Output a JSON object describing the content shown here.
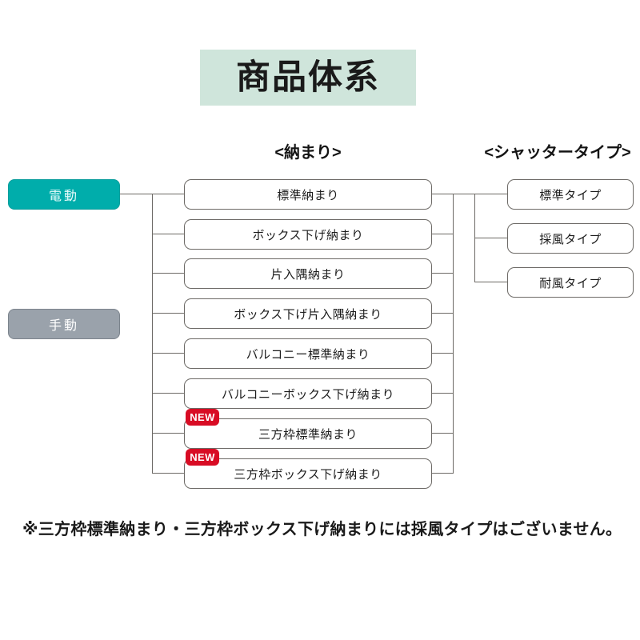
{
  "title": {
    "text": "商品体系"
  },
  "headers": {
    "nawamari": "<納まり>",
    "shutter": "<シャッタータイプ>"
  },
  "roots": [
    {
      "label": "電動",
      "color": "#00adab"
    },
    {
      "label": "手動",
      "color": "#9aa2ab"
    }
  ],
  "nawamari_items": [
    {
      "label": "標準納まり",
      "badge": ""
    },
    {
      "label": "ボックス下げ納まり",
      "badge": ""
    },
    {
      "label": "片入隅納まり",
      "badge": ""
    },
    {
      "label": "ボックス下げ片入隅納まり",
      "badge": ""
    },
    {
      "label": "バルコニー標準納まり",
      "badge": ""
    },
    {
      "label": "バルコニーボックス下げ納まり",
      "badge": ""
    },
    {
      "label": "三方枠標準納まり",
      "badge": "NEW"
    },
    {
      "label": "三方枠ボックス下げ納まり",
      "badge": "NEW"
    }
  ],
  "shutter_items": [
    {
      "label": "標準タイプ"
    },
    {
      "label": "採風タイプ"
    },
    {
      "label": "耐風タイプ"
    }
  ],
  "footer": {
    "note": "※三方枠標準納まり・三方枠ボックス下げ納まりには採風タイプはございません。"
  },
  "colors": {
    "banner_bg": "#cfe5db",
    "teal": "#00adab",
    "gray": "#9aa2ab",
    "badge_red": "#d80c24",
    "line": "#6d6a66"
  }
}
